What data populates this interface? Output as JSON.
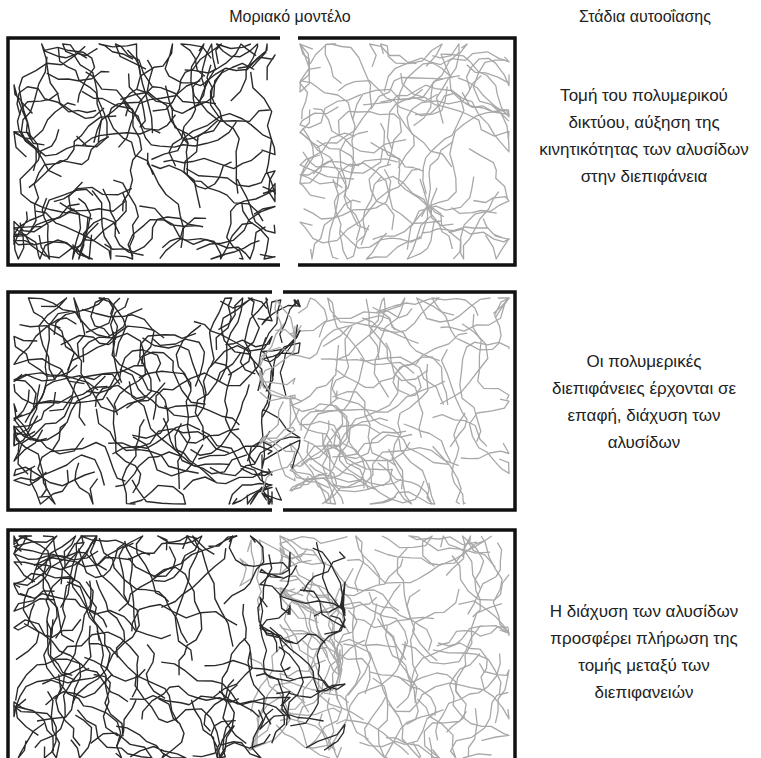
{
  "diagram": {
    "labels": [
      "Μοριακό μοντέλο",
      "Στάδια αυτοοΐασης",
      "Τομή του πολυμερικού δικτύου, αύξηση της κινητικότητας των αλυσίδων στην διεπιφάνεια",
      "Οι πολυμερικές διεπιφάνειες έρχονται σε επαφή, διάχυση των αλυσίδων",
      "Η διάχυση των αλυσίδων προσφέρει πλήρωση της τομής μεταξύ των διεπιφανειών"
    ]
  }
}
